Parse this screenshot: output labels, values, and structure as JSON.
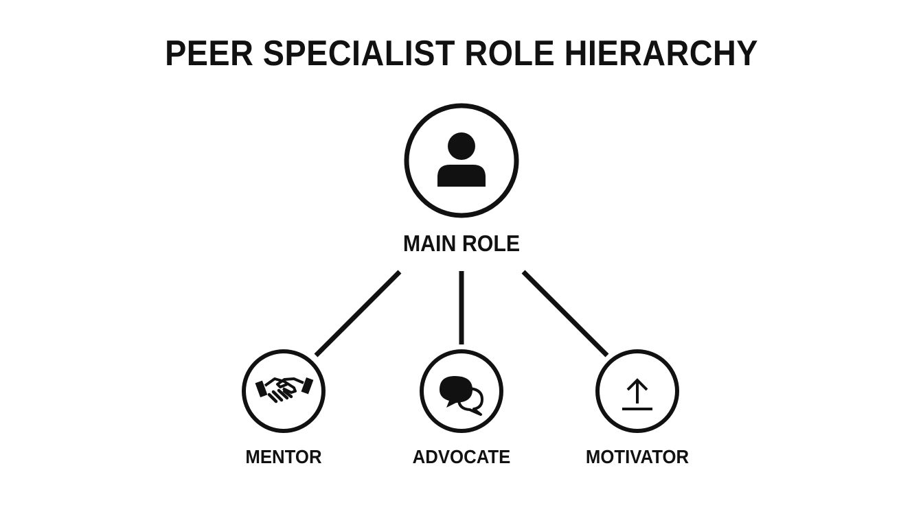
{
  "title": "PEER SPECIALIST ROLE HIERARCHY",
  "nodes": {
    "main": {
      "label": "MAIN ROLE",
      "icon": "person-icon"
    },
    "children": [
      {
        "label": "MENTOR",
        "icon": "handshake-icon"
      },
      {
        "label": "ADVOCATE",
        "icon": "speech-bubbles-icon"
      },
      {
        "label": "MOTIVATOR",
        "icon": "upload-arrow-icon"
      }
    ]
  },
  "colors": {
    "stroke": "#111111",
    "background": "#ffffff"
  }
}
